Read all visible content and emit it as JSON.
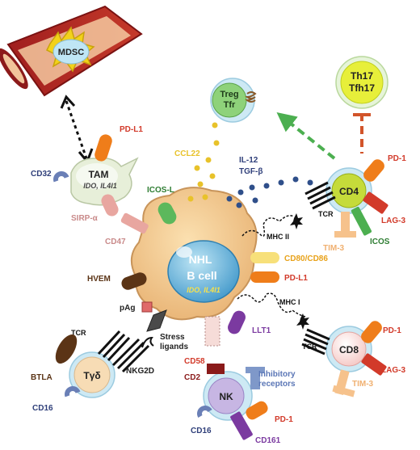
{
  "labels": {
    "mdsc": "MDSC",
    "tam": "TAM",
    "tam_sub": "IDO, IL4I1",
    "pd_l1": "PD-L1",
    "cd32": "CD32",
    "sirp_alpha": "SIRP-α",
    "cd47": "CD47",
    "hvem": "HVEM",
    "pag": "pAg",
    "tcr": "TCR",
    "stress_ligands": "Stress\nligands",
    "nkg2d": "NKG2D",
    "btla": "BTLA",
    "tgd": "Tγδ",
    "cd16": "CD16",
    "cd58": "CD58",
    "cd2": "CD2",
    "nk": "NK",
    "inhibitory_receptors": "Inhibitory\nreceptors",
    "cd161": "CD161",
    "pd_1": "PD-1",
    "treg_tfr": "Treg\nTfr",
    "th17_tfh17": "Th17\nTfh17",
    "ccl22": "CCL22",
    "icos_l": "ICOS-L",
    "il12": "IL-12",
    "tgf_beta": "TGF-β",
    "cd4": "CD4",
    "lag_3": "LAG-3",
    "tim_3": "TIM-3",
    "icos": "ICOS",
    "mhc_ii": "MHC II",
    "mhc_i": "MHC I",
    "cd80_cd86": "CD80/CD86",
    "nhl": "NHL",
    "b_cell": "B cell",
    "b_sub": "IDO, IL4I1",
    "llt1": "LLT1",
    "cd8": "CD8"
  },
  "colors": {
    "orange": "#ef7d1a",
    "red": "#d23a2a",
    "green": "#4caf50",
    "pink": "#e8a6a0",
    "blue": "#6a7fb6",
    "purple": "#7b3aa0",
    "brown": "#5b3416",
    "peach": "#f6c28c",
    "yellow": "#e8c22a",
    "navy": "#2f3f7a",
    "tumor": "#f3c98b",
    "nucleus": "#5fb4dc"
  }
}
